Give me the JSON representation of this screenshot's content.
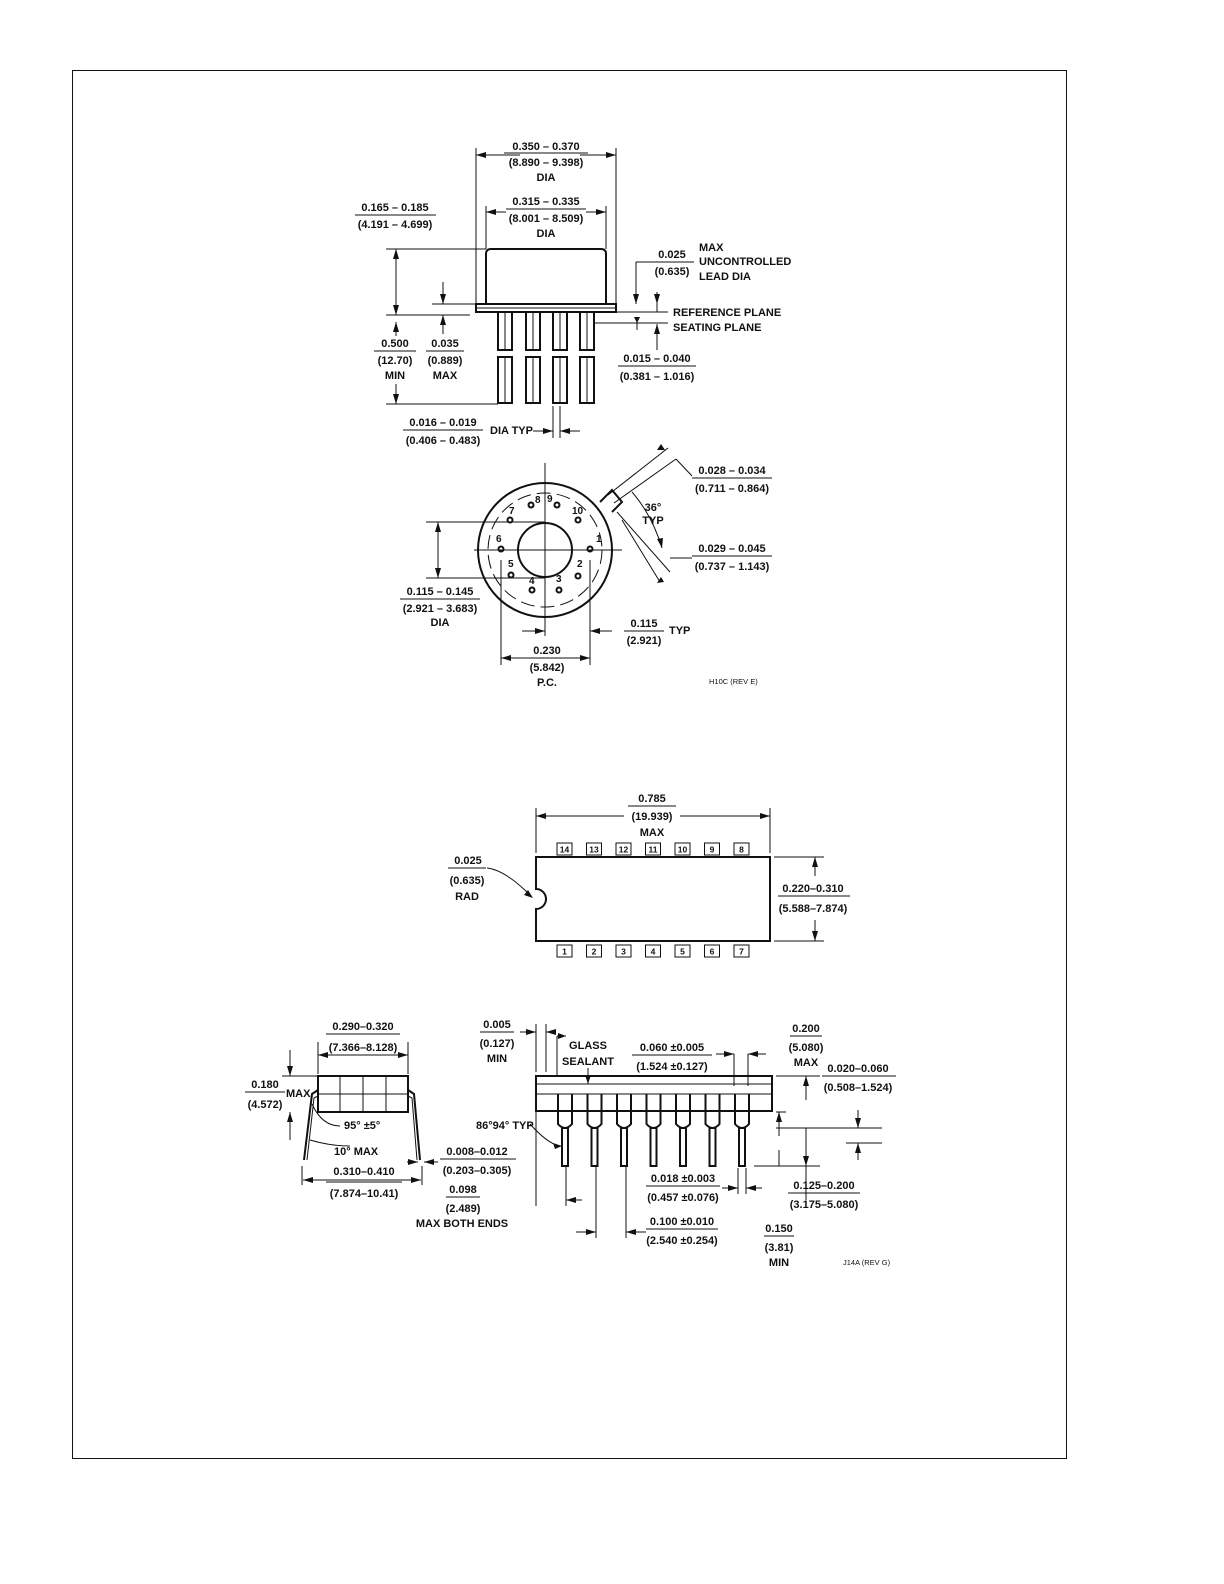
{
  "to_package": {
    "outer_dia": {
      "inch": "0.350 – 0.370",
      "mm": "(8.890 – 9.398)",
      "note": "DIA"
    },
    "inner_dia": {
      "inch": "0.315 – 0.335",
      "mm": "(8.001 – 8.509)",
      "note": "DIA"
    },
    "height": {
      "inch": "0.165 – 0.185",
      "mm": "(4.191 – 4.699)"
    },
    "uncontrolled_lead": {
      "inch": "0.025",
      "mm": "(0.635)",
      "line1": "MAX",
      "line2": "UNCONTROLLED",
      "line3": "LEAD DIA"
    },
    "reference_plane": "REFERENCE PLANE",
    "seating_plane": "SEATING PLANE",
    "lead_length": {
      "inch": "0.500",
      "mm": "(12.70)",
      "note": "MIN"
    },
    "flange": {
      "inch": "0.035",
      "mm": "(0.889)",
      "note": "MAX"
    },
    "seating_gap": {
      "inch": "0.015 – 0.040",
      "mm": "(0.381 – 1.016)"
    },
    "lead_dia": {
      "inch": "0.016 – 0.019",
      "mm": "(0.406 – 0.483)",
      "note": "DIA TYP"
    },
    "tab_width": {
      "inch": "0.028 – 0.034",
      "mm": "(0.711 – 0.864)"
    },
    "tab_angle": {
      "value": "36°",
      "note": "TYP"
    },
    "tab_length": {
      "inch": "0.029 – 0.045",
      "mm": "(0.737 – 1.143)"
    },
    "inner_circle_dia": {
      "inch": "0.115 – 0.145",
      "mm": "(2.921 – 3.683)",
      "note": "DIA"
    },
    "pin_offset": {
      "inch": "0.115",
      "mm": "(2.921)",
      "note": "TYP"
    },
    "pitch_circle": {
      "inch": "0.230",
      "mm": "(5.842)",
      "note": "P.C."
    },
    "pins": [
      "1",
      "2",
      "3",
      "4",
      "5",
      "6",
      "7",
      "8",
      "9",
      "10"
    ],
    "rev": "H10C (REV E)"
  },
  "dip_top": {
    "length": {
      "inch": "0.785",
      "mm": "(19.939)",
      "note": "MAX"
    },
    "notch_rad": {
      "inch": "0.025",
      "mm": "(0.635)",
      "note": "RAD"
    },
    "width": {
      "inch": "0.220–0.310",
      "mm": "(5.588–7.874)"
    },
    "top_pins": [
      "14",
      "13",
      "12",
      "11",
      "10",
      "9",
      "8"
    ],
    "bottom_pins": [
      "1",
      "2",
      "3",
      "4",
      "5",
      "6",
      "7"
    ]
  },
  "dip_end": {
    "body_width": {
      "inch": "0.290–0.320",
      "mm": "(7.366–8.128)"
    },
    "height": {
      "inch": "0.180",
      "mm": "(4.572)",
      "note": "MAX"
    },
    "lead_angle": "95° ±5°",
    "splay": "10° MAX",
    "row_spacing": {
      "inch": "0.310–0.410",
      "mm": "(7.874–10.41)"
    },
    "lead_thickness": {
      "inch": "0.008–0.012",
      "mm": "(0.203–0.305)"
    }
  },
  "dip_side": {
    "glass_gap": {
      "inch": "0.005",
      "mm": "(0.127)",
      "note": "MIN"
    },
    "glass_sealant": [
      "GLASS",
      "SEALANT"
    ],
    "shoulder": {
      "inch": "0.060 ±0.005",
      "mm": "(1.524 ±0.127)"
    },
    "height": {
      "inch": "0.200",
      "mm": "(5.080)",
      "note": "MAX"
    },
    "standoff": {
      "inch": "0.020–0.060",
      "mm": "(0.508–1.524)"
    },
    "lead_angle": "86°94° TYP",
    "lead_width": {
      "inch": "0.018 ±0.003",
      "mm": "(0.457 ±0.076)"
    },
    "lead_length": {
      "inch": "0.125–0.200",
      "mm": "(3.175–5.080)"
    },
    "end_overhang": {
      "inch": "0.098",
      "mm": "(2.489)",
      "note": "MAX BOTH ENDS"
    },
    "pitch": {
      "inch": "0.100 ±0.010",
      "mm": "(2.540 ±0.254)"
    },
    "seat_min": {
      "inch": "0.150",
      "mm": "(3.81)",
      "note": "MIN"
    },
    "rev": "J14A (REV G)"
  }
}
